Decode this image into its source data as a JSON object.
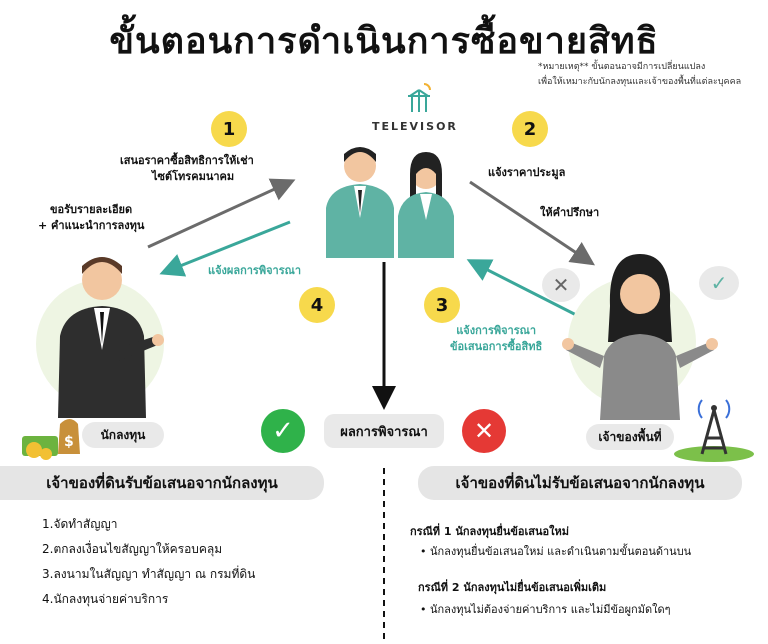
{
  "title": "ขั้นตอนการดำเนินการซื้อขายสิทธิ",
  "note": {
    "line1": "*หมายเหตุ** ขั้นตอนอาจมีการเปลี่ยนแปลง",
    "line2": "เพื่อให้เหมาะกับนักลงทุนและเจ้าของพื้นที่แต่ละบุคคล"
  },
  "brand": "TELEVISOR",
  "steps": {
    "s1": "1",
    "s2": "2",
    "s3": "3",
    "s4": "4"
  },
  "labels": {
    "step1_line1": "เสนอราคาซื้อสิทธิการให้เช่า",
    "step1_line2": "ไซต์โทรคมนาคม",
    "investor_req_line1": "ขอรับรายละเอียด",
    "investor_req_line2": "+ คำแนะนำการลงทุน",
    "step2_line1": "แจ้งราคาประมูล",
    "step2_line2": "ให้คำปรึกษา",
    "step4": "แจ้งผลการพิจารณา",
    "step3_line1": "แจ้งการพิจารณา",
    "step3_line2": "ข้อเสนอการซื้อสิทธิ"
  },
  "investor_label": "นักลงทุน",
  "owner_label": "เจ้าของพื้นที่",
  "result_label": "ผลการพิจารณา",
  "accept": {
    "banner": "เจ้าของที่ดินรับข้อเสนอจากนักลงทุน",
    "items": [
      "1.จัดทำสัญญา",
      "2.ตกลงเงื่อนไขสัญญาให้ครอบคลุม",
      "3.ลงนามในสัญญา ทำสัญญา ณ กรมที่ดิน",
      "4.นักลงทุนจ่ายค่าบริการ"
    ]
  },
  "reject": {
    "banner": "เจ้าของที่ดินไม่รับข้อเสนอจากนักลงทุน",
    "case1_title": "กรณีที่ 1 นักลงทุนยื่นข้อเสนอใหม่",
    "case1_item": "นักลงทุนยื่นข้อเสนอใหม่ และดำเนินตามขั้นตอนด้านบน",
    "case2_title": "กรณีที่ 2 นักลงทุนไม่ยื่นข้อเสนอเพิ่มเติม",
    "case2_item": "นักลงทุนไม่ต้องจ่ายค่าบริการ และไม่มีข้อผูกมัดใดๆ"
  },
  "colors": {
    "yellow": "#f7d94c",
    "teal": "#3aa79a",
    "green": "#2fb24a",
    "red": "#e53935",
    "gray_arrow": "#6b6b6b"
  }
}
